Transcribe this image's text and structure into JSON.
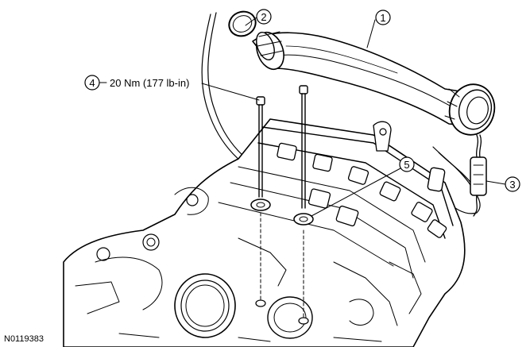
{
  "callouts": [
    {
      "number": "1"
    },
    {
      "number": "2"
    },
    {
      "number": "3"
    },
    {
      "number": "4",
      "torque": "20 Nm (177 lb-in)"
    },
    {
      "number": "5"
    }
  ],
  "figure_id": "N0119383"
}
